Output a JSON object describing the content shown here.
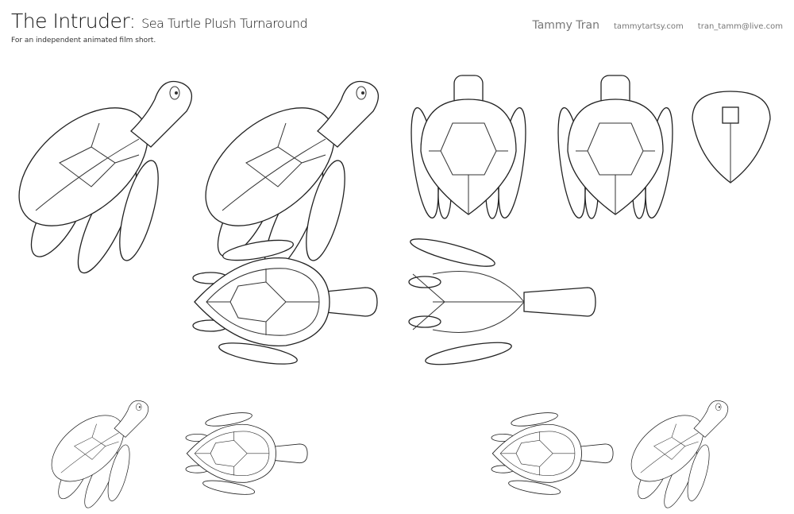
{
  "header": {
    "title": "The Intruder:",
    "subtitle": "Sea Turtle Plush Turnaround",
    "tagline": "For an independent animated film short."
  },
  "credits": {
    "name": "Tammy Tran",
    "website": "tammytartsy.com",
    "email": "tran_tamm@live.com"
  },
  "views": [
    "side-three-quarter",
    "side",
    "front",
    "back",
    "front-top",
    "top",
    "bottom",
    "faded-side",
    "faded-top",
    "faded-top-patterned",
    "faded-side-patterned"
  ]
}
